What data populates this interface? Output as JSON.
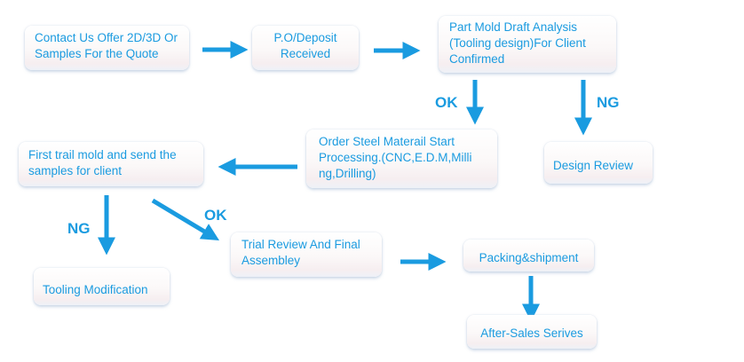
{
  "diagram": {
    "accent_color": "#1a9be0",
    "nodes": [
      {
        "id": "contact",
        "text": "Contact Us Offer 2D/3D Or\nSamples For the Quote"
      },
      {
        "id": "po",
        "text": "P.O/Deposit\nReceived"
      },
      {
        "id": "mold-draft",
        "text": "Part Mold Draft Analysis\n(Tooling design)For Client\nConfirmed"
      },
      {
        "id": "order-steel",
        "text": "Order Steel Materail Start\nProcessing.(CNC,E.D.M,Milli\nng,Drilling)"
      },
      {
        "id": "design-review",
        "text": "Design Review"
      },
      {
        "id": "first-trial",
        "text": "First trail mold and send the\nsamples for client"
      },
      {
        "id": "tooling-mod",
        "text": "Tooling Modification"
      },
      {
        "id": "trial-review",
        "text": "Trial Review And Final\nAssembley"
      },
      {
        "id": "packing",
        "text": "Packing&shipment"
      },
      {
        "id": "after-sales",
        "text": "After-Sales Serives"
      }
    ],
    "labels": {
      "ok_draft": "OK",
      "ng_draft": "NG",
      "ng_trial": "NG",
      "ok_trial": "OK"
    },
    "edges": [
      {
        "from": "contact",
        "to": "po",
        "label": ""
      },
      {
        "from": "po",
        "to": "mold-draft",
        "label": ""
      },
      {
        "from": "mold-draft",
        "to": "order-steel",
        "label": "OK"
      },
      {
        "from": "mold-draft",
        "to": "design-review",
        "label": "NG"
      },
      {
        "from": "order-steel",
        "to": "first-trial",
        "label": ""
      },
      {
        "from": "first-trial",
        "to": "tooling-mod",
        "label": "NG"
      },
      {
        "from": "first-trial",
        "to": "trial-review",
        "label": "OK"
      },
      {
        "from": "trial-review",
        "to": "packing",
        "label": ""
      },
      {
        "from": "packing",
        "to": "after-sales",
        "label": ""
      }
    ]
  }
}
